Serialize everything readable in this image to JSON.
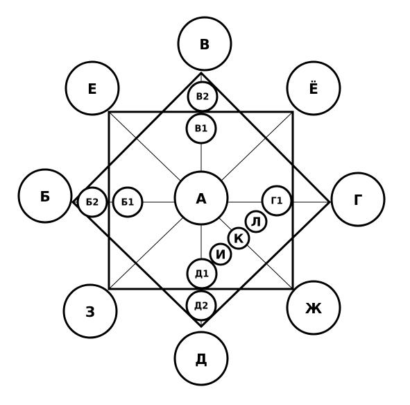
{
  "nodes": {
    "center": "А",
    "outer": {
      "top": "В",
      "right": "Г",
      "bottom": "Д",
      "left": "Б",
      "top_left": "Е",
      "top_right": "Ё",
      "bottom_right": "Ж",
      "bottom_left": "З"
    },
    "inner": {
      "top": "В1",
      "right": "Г1",
      "bottom": "Д1",
      "left": "Б1"
    },
    "vertex": {
      "top": "В2",
      "bottom": "Д2",
      "left": "Б2"
    },
    "chain": [
      "И",
      "К",
      "Л"
    ]
  },
  "colors": {
    "stroke": "#000000",
    "fill": "#ffffff"
  }
}
